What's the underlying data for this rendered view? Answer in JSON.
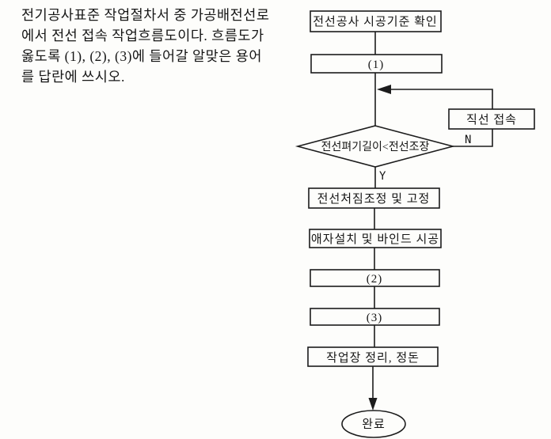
{
  "question": {
    "lines": [
      "전기공사표준 작업절차서 중 가공배전선로",
      "에서 전선 접속 작업흐름도이다. 흐름도가",
      "옳도록 (1), (2), (3)에 들어갈 알맞은 용어",
      "를 답란에 쓰시오."
    ]
  },
  "flowchart": {
    "nodes": {
      "check_standard": "전선공사 시공기준 확인",
      "blank1": "(1)",
      "straight_joint": "직선 접속",
      "decision": "전선펴기길이<전선조장",
      "label_n": "N",
      "label_y": "Y",
      "sag_adjust": "전선처짐조정 및 고정",
      "insulator_bind": "애자설치 및 바인드 시공",
      "blank2": "(2)",
      "blank3": "(3)",
      "cleanup": "작업장 정리, 정돈",
      "complete": "완료"
    },
    "colors": {
      "line": "#1c1c1c",
      "background": "#fdfdfb"
    }
  }
}
